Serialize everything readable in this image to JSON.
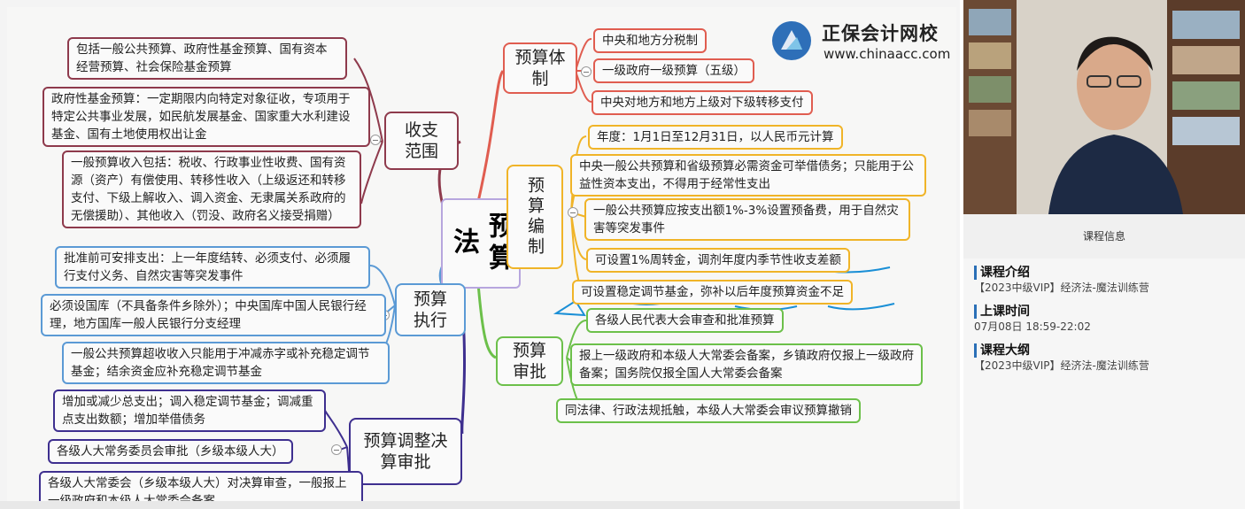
{
  "logo": {
    "title": "正保会计网校",
    "url": "www.chinaacc.com"
  },
  "mindmap": {
    "center": "预算法",
    "branches": {
      "tizhi": {
        "label": "预算体制",
        "items": [
          "中央和地方分税制",
          "一级政府一级预算（五级）",
          "中央对地方和地方上级对下级转移支付"
        ]
      },
      "bianzhi": {
        "label": "预算编制",
        "items": [
          "年度：1月1日至12月31日，以人民币元计算",
          "中央一般公共预算和省级预算必需资金可举借债务；只能用于公益性资本支出，不得用于经常性支出",
          "一般公共预算应按支出额1%-3%设置预备费，用于自然灾害等突发事件",
          "可设置1%周转金，调剂年度内季节性收支差额",
          "可设置稳定调节基金，弥补以后年度预算资金不足"
        ]
      },
      "shenpi": {
        "label": "预算审批",
        "items": [
          "各级人民代表大会审查和批准预算",
          "报上一级政府和本级人大常委会备案，乡镇政府仅报上一级政府备案；国务院仅报全国人大常委会备案",
          "同法律、行政法规抵触，本级人大常委会审议预算撤销"
        ]
      },
      "fanwei": {
        "label": "收支范围",
        "items": [
          "包括一般公共预算、政府性基金预算、国有资本经营预算、社会保险基金预算",
          "政府性基金预算：一定期限内向特定对象征收，专项用于特定公共事业发展，如民航发展基金、国家重大水利建设基金、国有土地使用权出让金",
          "一般预算收入包括：税收、行政事业性收费、国有资源（资产）有偿使用、转移性收入（上级返还和转移支付、下级上解收入、调入资金、无隶属关系政府的无偿援助）、其他收入（罚没、政府名义接受捐赠）"
        ]
      },
      "zhixing": {
        "label": "预算执行",
        "items": [
          "批准前可安排支出：上一年度结转、必须支付、必须履行支付义务、自然灾害等突发事件",
          "必须设国库（不具备条件乡除外）；中央国库中国人民银行经理，地方国库一般人民银行分支经理",
          "一般公共预算超收收入只能用于冲减赤字或补充稳定调节基金；结余资金应补充稳定调节基金"
        ]
      },
      "tiaozheng": {
        "label": "预算调整决算审批",
        "items": [
          "增加或减少总支出；调入稳定调节基金；调减重点支出数额；增加举借债务",
          "各级人大常务委员会审批（乡级本级人大）",
          "各级人大常委会（乡级本级人大）对决算审查，一般报上一级政府和本级人大常委会备案"
        ]
      }
    }
  },
  "panel": {
    "title": "课程信息",
    "intro_h": "课程介绍",
    "intro_v": "【2023中级VIP】经济法-魔法训练营",
    "time_h": "上课时间",
    "time_v": "07月08日 18:59-22:02",
    "outline_h": "课程大纲",
    "outline_v": "【2023中级VIP】经济法-魔法训练营"
  },
  "colors": {
    "red": "#e05d50",
    "orange": "#f0b428",
    "green": "#6cc04a",
    "blue": "#5b9ad5",
    "maroon": "#8e3a4c",
    "purple": "#3e2f8f",
    "ink": "#1a8fd6"
  }
}
